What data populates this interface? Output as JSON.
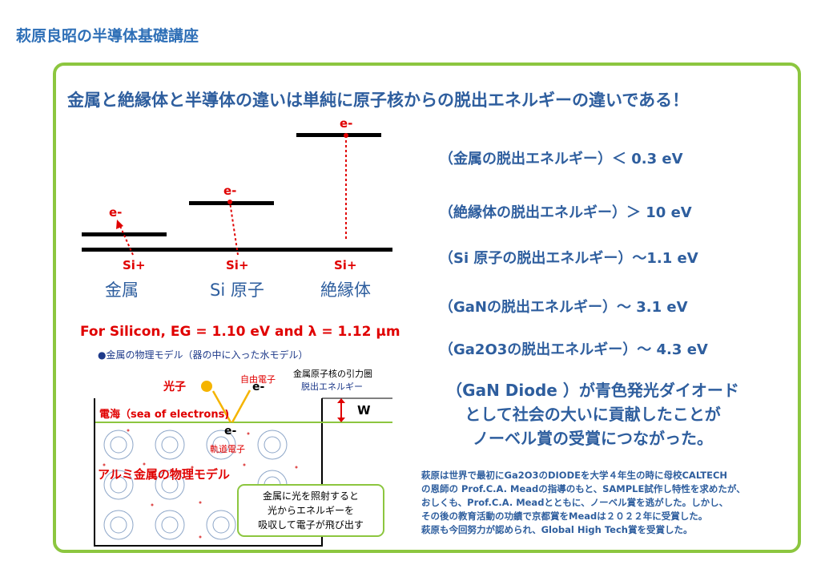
{
  "header": {
    "title": "萩原良昭の半導体基礎講座"
  },
  "headline": "金属と絶縁体と半導体の違いは単純に原子核からの脱出エネルギーの違いである！",
  "energy_diagram": {
    "electron_label": "e-",
    "ion_label": "Si+",
    "columns": [
      {
        "name": "金属"
      },
      {
        "name": "Si 原子"
      },
      {
        "name": "絶縁体"
      }
    ]
  },
  "energies": [
    "（金属の脱出エネルギー）＜ 0.3 eV",
    "（絶縁体の脱出エネルギー）＞ 10 eV",
    "（Si 原子の脱出エネルギー）～1.1 eV",
    "（GaNの脱出エネルギー）～ 3.1  eV",
    "（Ga2O3の脱出エネルギー）～ 4.3  eV"
  ],
  "diode_text": [
    "（GaN Diode ）が青色発光ダイオード",
    "として社会の大いに貢献したことが",
    "ノーベル賞の受賞につながった。"
  ],
  "silicon_formula": "For Silicon, EG = 1.10 eV  and  λ =  1.12 μm",
  "metal_model": {
    "title": "●金属の物理モデル（器の中に入った水モデル）",
    "photon": "光子",
    "free_electron": "自由電子",
    "electron": "e-",
    "attraction": "金属原子核の引力圏",
    "escape_energy": "脱出エネルギー",
    "w_label": "W",
    "sea": "電海（sea of electrons)",
    "orbital": "軌道電子",
    "aluminum": "アルミ金属の物理モデル",
    "callout": [
      "金属に光を照射すると",
      "光からエネルギーを",
      "吸収して電子が飛び出す"
    ]
  },
  "note_lines": [
    "萩原は世界で最初にGa2O3のDIODEを大学４年生の時に母校CALTECH",
    "の恩師の Prof.C.A. Meadの指導のもと、SAMPLE試作し特性を求めたが、",
    "おしくも、Prof.C.A. Meadとともに、ノーベル賞を逃がした。しかし、",
    "その後の教育活動の功績で京都賞をMeadは２０２２年に受賞した。",
    "萩原も今回努力が認められ、Global High Tech賞を受賞した。"
  ],
  "colors": {
    "accent_green": "#8CC63F",
    "title_blue": "#2E5E9E",
    "red": "#E00000"
  }
}
